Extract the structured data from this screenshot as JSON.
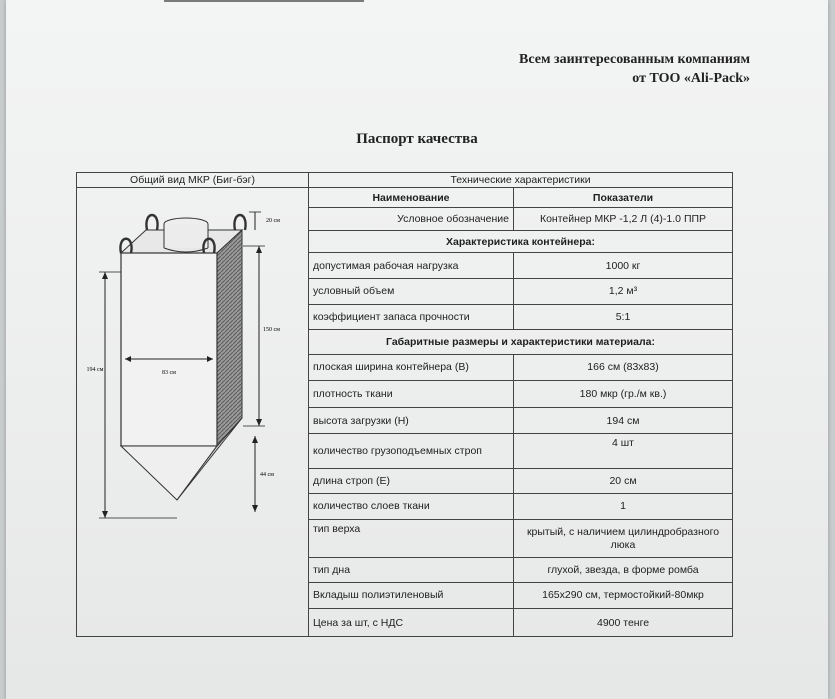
{
  "header": {
    "addressee_line1": "Всем заинтересованным компаниям",
    "addressee_line2": "от ТОО «Ali-Pack»"
  },
  "title": "Паспорт качества",
  "table": {
    "left_header": "Общий вид МКР (Биг-бэг)",
    "right_header": "Технические характеристики",
    "col_name": "Наименование",
    "col_value": "Показатели",
    "designation": {
      "name": "Условное обозначение",
      "value": "Контейнер МКР -1,2 Л (4)-1.0 ППР"
    },
    "section1": "Характеристика контейнера:",
    "container": [
      {
        "name": "допустимая рабочая нагрузка",
        "value": "1000 кг"
      },
      {
        "name": "условный объем",
        "value": "1,2 м³"
      },
      {
        "name": "коэффициент запаса прочности",
        "value": "5:1"
      }
    ],
    "section2": "Габаритные размеры и характеристики материала:",
    "material": [
      {
        "name": "плоская ширина контейнера (В)",
        "value": "166 см (83х83)"
      },
      {
        "name": "плотность ткани",
        "value": "180 мкр (гр./м кв.)"
      },
      {
        "name": "высота загрузки (Н)",
        "value": "194 см"
      },
      {
        "name": "количество грузоподъемных строп",
        "value": "4 шт"
      },
      {
        "name": "длина строп (Е)",
        "value": "20 см"
      },
      {
        "name": "количество слоев ткани",
        "value": "1"
      },
      {
        "name": "тип верха",
        "value": "крытый, с наличием цилиндробразного люка"
      },
      {
        "name": "тип дна",
        "value": "глухой, звезда, в форме ромба"
      },
      {
        "name": "Вкладыш полиэтиленовый",
        "value": "165х290 см, термостойкий-80мкр"
      },
      {
        "name": "Цена за шт, с НДС",
        "value": "4900 тенге"
      }
    ]
  },
  "diagram": {
    "label_top": "20 см",
    "label_body": "150 см",
    "label_total": "194 см",
    "label_width": "83 см",
    "label_bottom": "44 см"
  }
}
